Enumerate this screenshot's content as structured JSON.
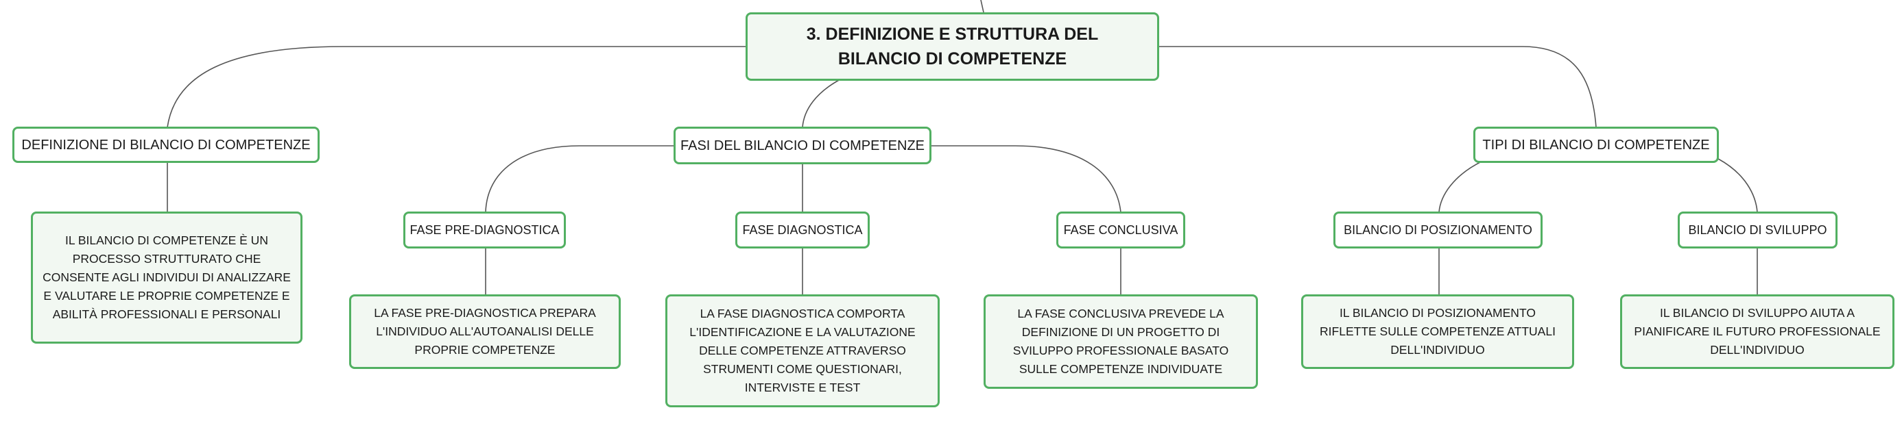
{
  "root": {
    "title": "3. DEFINIZIONE E STRUTTURA DEL BILANCIO DI COMPETENZE"
  },
  "branches": {
    "definizione": {
      "label": "DEFINIZIONE DI BILANCIO DI COMPETENZE",
      "detail": "IL BILANCIO DI COMPETENZE È UN PROCESSO STRUTTURATO CHE CONSENTE AGLI INDIVIDUI DI ANALIZZARE E VALUTARE LE PROPRIE COMPETENZE E ABILITÀ PROFESSIONALI E PERSONALI"
    },
    "fasi": {
      "label": "FASI DEL BILANCIO DI COMPETENZE",
      "pre": {
        "label": "FASE PRE-DIAGNOSTICA",
        "detail": "LA FASE PRE-DIAGNOSTICA PREPARA L'INDIVIDUO ALL'AUTOANALISI DELLE PROPRIE COMPETENZE"
      },
      "diagnostica": {
        "label": "FASE DIAGNOSTICA",
        "detail": "LA FASE DIAGNOSTICA COMPORTA L'IDENTIFICAZIONE E LA VALUTAZIONE DELLE COMPETENZE ATTRAVERSO STRUMENTI COME QUESTIONARI, INTERVISTE E TEST"
      },
      "conclusiva": {
        "label": "FASE CONCLUSIVA",
        "detail": "LA FASE CONCLUSIVA PREVEDE LA DEFINIZIONE DI UN PROGETTO DI SVILUPPO PROFESSIONALE BASATO SULLE COMPETENZE INDIVIDUATE"
      }
    },
    "tipi": {
      "label": "TIPI DI BILANCIO DI COMPETENZE",
      "posizionamento": {
        "label": "BILANCIO DI POSIZIONAMENTO",
        "detail": "IL BILANCIO DI POSIZIONAMENTO RIFLETTE SULLE COMPETENZE ATTUALI DELL'INDIVIDUO"
      },
      "sviluppo": {
        "label": "BILANCIO DI SVILUPPO",
        "detail": "IL BILANCIO DI SVILUPPO AIUTA A PIANIFICARE IL FUTURO PROFESSIONALE DELL'INDIVIDUO"
      }
    }
  },
  "colors": {
    "node_border": "#52b062",
    "node_fill": "#f2f8f2",
    "connector": "#555555"
  }
}
